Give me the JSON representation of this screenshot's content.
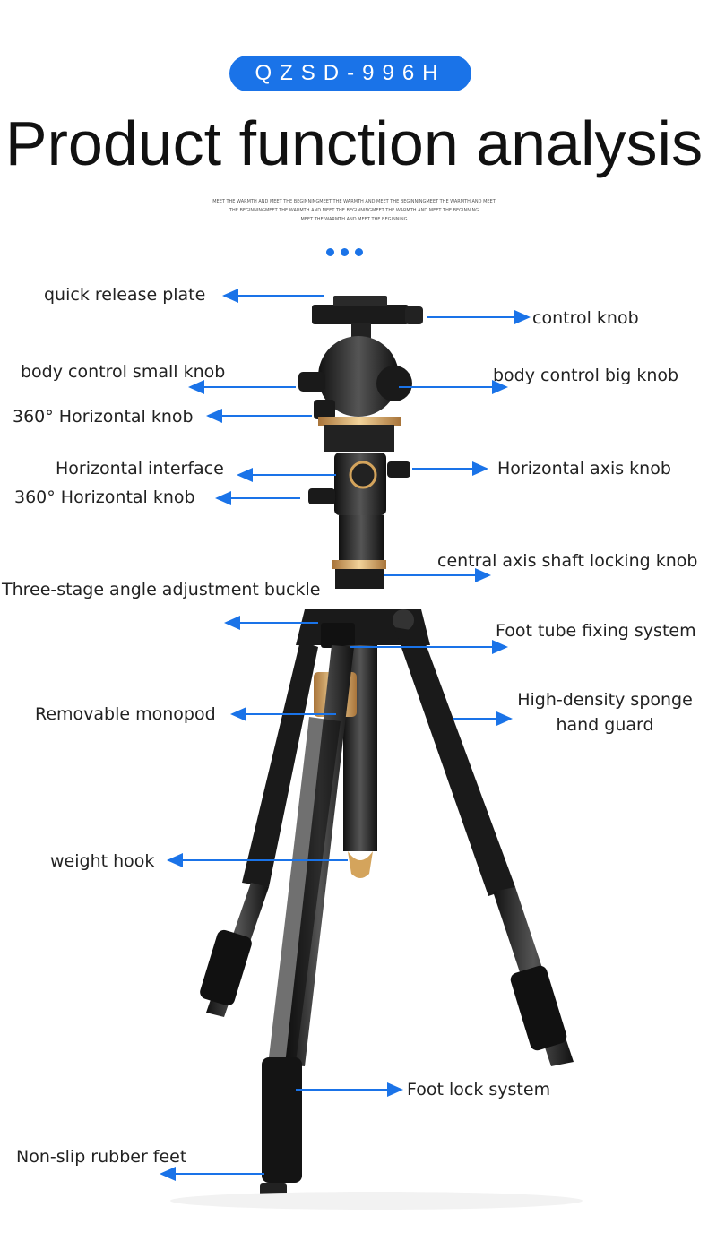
{
  "badge": "QZSD-996H",
  "title": "Product function analysis",
  "tagline": [
    "MEET THE WARMTH AND MEET THE BEGINNINGMEET THE WARMTH AND MEET THE BEGINNINGMEET THE WARMTH AND MEET",
    "THE BEGINNINGMEET THE WARMTH AND MEET THE BEGINNINGMEET THE WARMTH AND MEET THE BEGINNING",
    "MEET THE WARMTH AND MEET THE BEGINNING"
  ],
  "labels": {
    "quick_release_plate": "quick release plate",
    "control_knob": "control knob",
    "body_control_small_knob": "body control small knob",
    "body_control_big_knob": "body control big knob",
    "horizontal_knob_upper": "360° Horizontal knob",
    "horizontal_interface": "Horizontal interface",
    "horizontal_axis_knob": "Horizontal axis knob",
    "horizontal_knob_lower": "360° Horizontal knob",
    "central_axis": "central axis shaft locking knob",
    "angle_buckle": "Three-stage angle adjustment buckle",
    "foot_tube": "Foot tube fixing system",
    "monopod": "Removable monopod",
    "sponge_line1": "High-density sponge",
    "sponge_line2": "hand guard",
    "weight_hook": "weight hook",
    "foot_lock": "Foot lock system",
    "rubber_feet": "Non-slip rubber feet"
  },
  "colors": {
    "accent": "#1a73e8",
    "gold": "#d4a45c"
  }
}
